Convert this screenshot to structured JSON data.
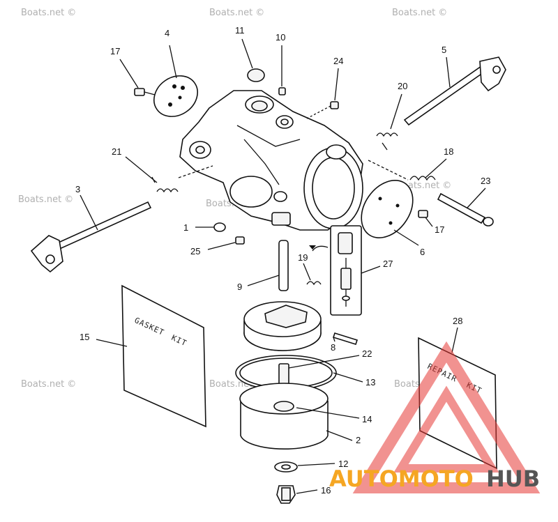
{
  "watermark": "Boats.net ©",
  "callouts": [
    {
      "id": "4",
      "label": "4"
    },
    {
      "id": "11",
      "label": "11"
    },
    {
      "id": "10",
      "label": "10"
    },
    {
      "id": "17a",
      "label": "17"
    },
    {
      "id": "24",
      "label": "24"
    },
    {
      "id": "5",
      "label": "5"
    },
    {
      "id": "20",
      "label": "20"
    },
    {
      "id": "21",
      "label": "21"
    },
    {
      "id": "18",
      "label": "18"
    },
    {
      "id": "3",
      "label": "3"
    },
    {
      "id": "23",
      "label": "23"
    },
    {
      "id": "1",
      "label": "1"
    },
    {
      "id": "17b",
      "label": "17"
    },
    {
      "id": "25",
      "label": "25"
    },
    {
      "id": "6",
      "label": "6"
    },
    {
      "id": "19",
      "label": "19"
    },
    {
      "id": "27",
      "label": "27"
    },
    {
      "id": "9",
      "label": "9"
    },
    {
      "id": "28",
      "label": "28"
    },
    {
      "id": "15",
      "label": "15"
    },
    {
      "id": "8",
      "label": "8"
    },
    {
      "id": "22",
      "label": "22"
    },
    {
      "id": "13",
      "label": "13"
    },
    {
      "id": "14",
      "label": "14"
    },
    {
      "id": "2",
      "label": "2"
    },
    {
      "id": "12",
      "label": "12"
    },
    {
      "id": "16",
      "label": "16"
    }
  ],
  "gasket_kit": {
    "line1": "GASKET",
    "line2": "KIT"
  },
  "repair_kit": {
    "line1": "REPAIR",
    "line2": "KIT"
  },
  "logo": {
    "part1": "AUTOMOTO",
    "part2": "HUB",
    "color_orange": "#f5a623",
    "color_red": "#e53935",
    "color_dark": "#555555"
  }
}
